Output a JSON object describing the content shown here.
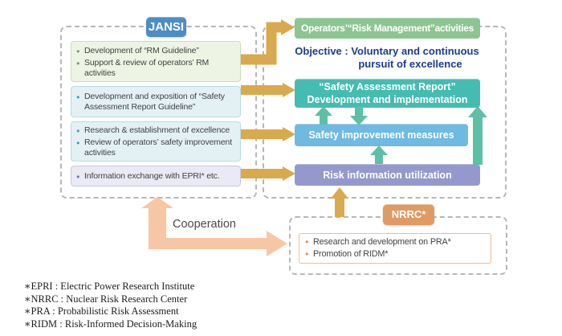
{
  "jansi": {
    "title": "JANSI",
    "boxes": [
      {
        "items": [
          "Development of “RM Guideline”",
          "Support & review of operators’ RM activities"
        ]
      },
      {
        "items": [
          "Development and exposition of “Safety Assessment Report Guideline”"
        ]
      },
      {
        "items": [
          "Research & establishment of excellence",
          "Review of operators’ safety improvement activities"
        ]
      },
      {
        "items": [
          "Information exchange with EPRI* etc."
        ]
      }
    ]
  },
  "right_column": {
    "operators_box": "Operators’“Risk Management”activities",
    "objective_line1": "Objective : Voluntary and continuous",
    "objective_line2": "pursuit of excellence",
    "sar_line1": "“Safety Assessment Report”",
    "sar_line2": "Development and implementation",
    "safety_improvement": "Safety improvement measures",
    "risk_information": "Risk information utilization"
  },
  "nrrc": {
    "title": "NRRC*",
    "items": [
      "Research and development on PRA*",
      "Promotion of RIDM*"
    ]
  },
  "cooperation_label": "Cooperation",
  "footnotes": [
    "∗EPRI : Electric Power Research Institute",
    "∗NRRC : Nuclear Risk Research Center",
    "∗PRA : Probabilistic Risk Assessment",
    "∗RIDM : Risk-Informed Decision-Making"
  ],
  "bullet_glyph": "●",
  "colors": {
    "jansi_blue": "#4C8DC6",
    "nrrc_orange": "#E09A63",
    "operators_green": "#8CC591",
    "sar_teal": "#45BCB2",
    "improvement_blue": "#70B9E1",
    "risk_info_purple": "#9499CD",
    "objective_navy": "#1C3C8D",
    "gold_arrow": "#D9A94E",
    "teal_arrow": "#5EBFA7",
    "cooperation_salmon": "#F7C7A5"
  }
}
